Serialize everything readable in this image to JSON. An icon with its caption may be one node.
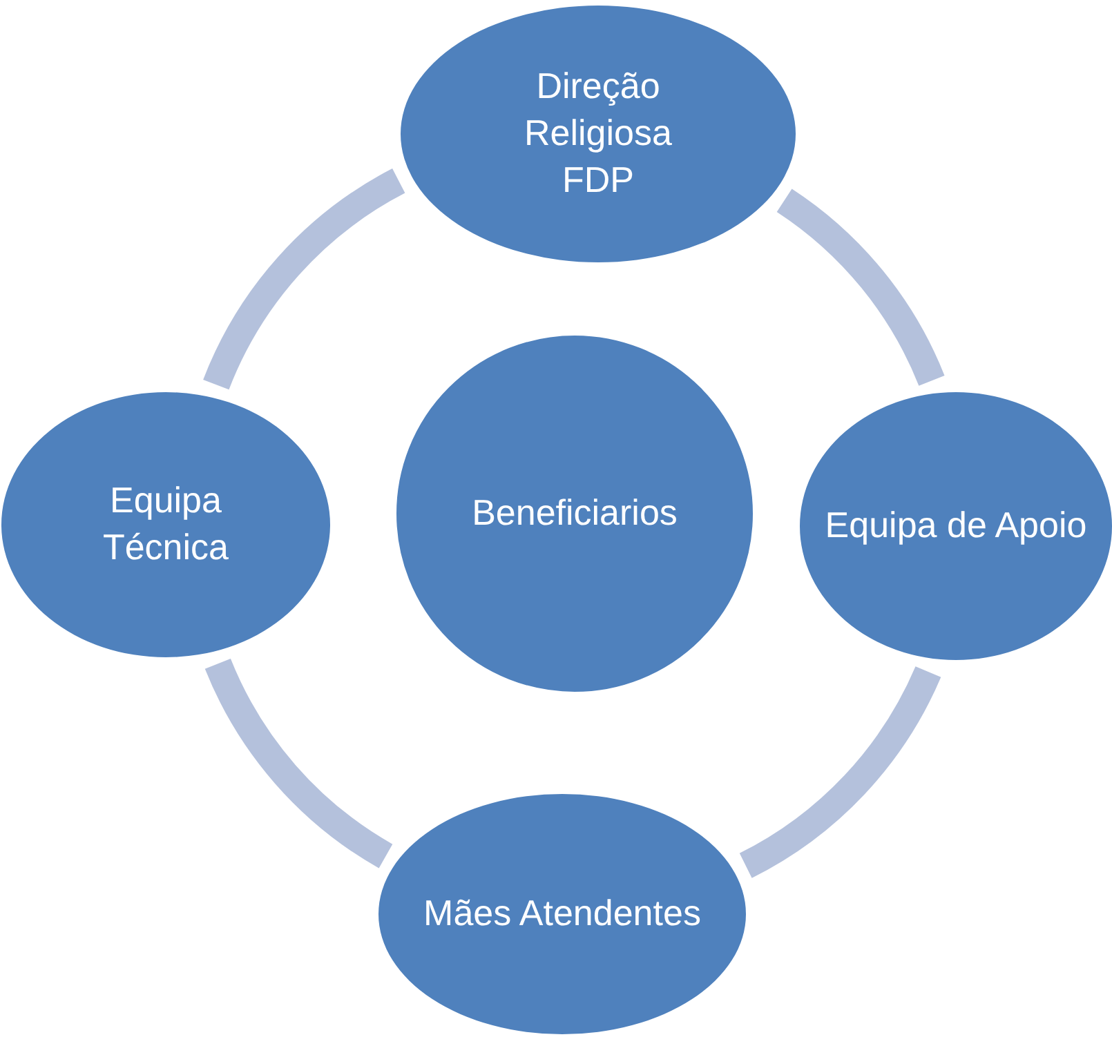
{
  "diagram": {
    "nodes": [
      {
        "text": [
          "Direção Religiosa FDP"
        ]
      },
      {
        "text": [
          "Equipa Técnica"
        ]
      },
      {
        "text": [
          "Beneficiarios"
        ]
      },
      {
        "text": [
          "Equipa de Apoio"
        ]
      },
      {
        "text": [
          "Mães Atendentes"
        ]
      }
    ],
    "edges": [
      {
        "from": 0,
        "to": 3,
        "arrow": "none"
      },
      {
        "from": 3,
        "to": 4,
        "arrow": "none"
      },
      {
        "from": 4,
        "to": 1,
        "arrow": "none"
      },
      {
        "from": 1,
        "to": 0,
        "arrow": "none"
      }
    ]
  }
}
